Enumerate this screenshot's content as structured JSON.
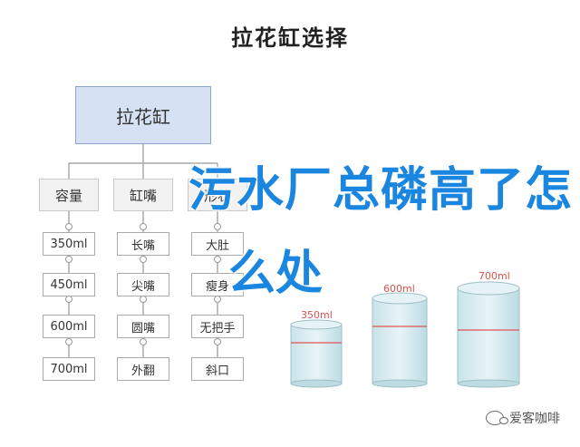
{
  "title": "拉花缸选择",
  "root": "拉花缸",
  "categories": [
    {
      "label": "容量",
      "items": [
        "350ml",
        "450ml",
        "600ml",
        "700ml"
      ]
    },
    {
      "label": "缸嘴",
      "items": [
        "长嘴",
        "尖嘴",
        "圆嘴",
        "外翻"
      ]
    },
    {
      "label": "形状",
      "items": [
        "大肚",
        "瘦身",
        "无把手",
        "斜口"
      ]
    }
  ],
  "cylinders": [
    {
      "label": "350ml"
    },
    {
      "label": "600ml"
    },
    {
      "label": "700ml"
    }
  ],
  "overlay": {
    "line1": "污水厂总磷高了怎",
    "line2": "么处"
  },
  "watermark": "爱客咖啡",
  "colors": {
    "overlay": "#1a86e0",
    "measure_line": "#e05555",
    "root_fill": "#d6e2f3"
  }
}
